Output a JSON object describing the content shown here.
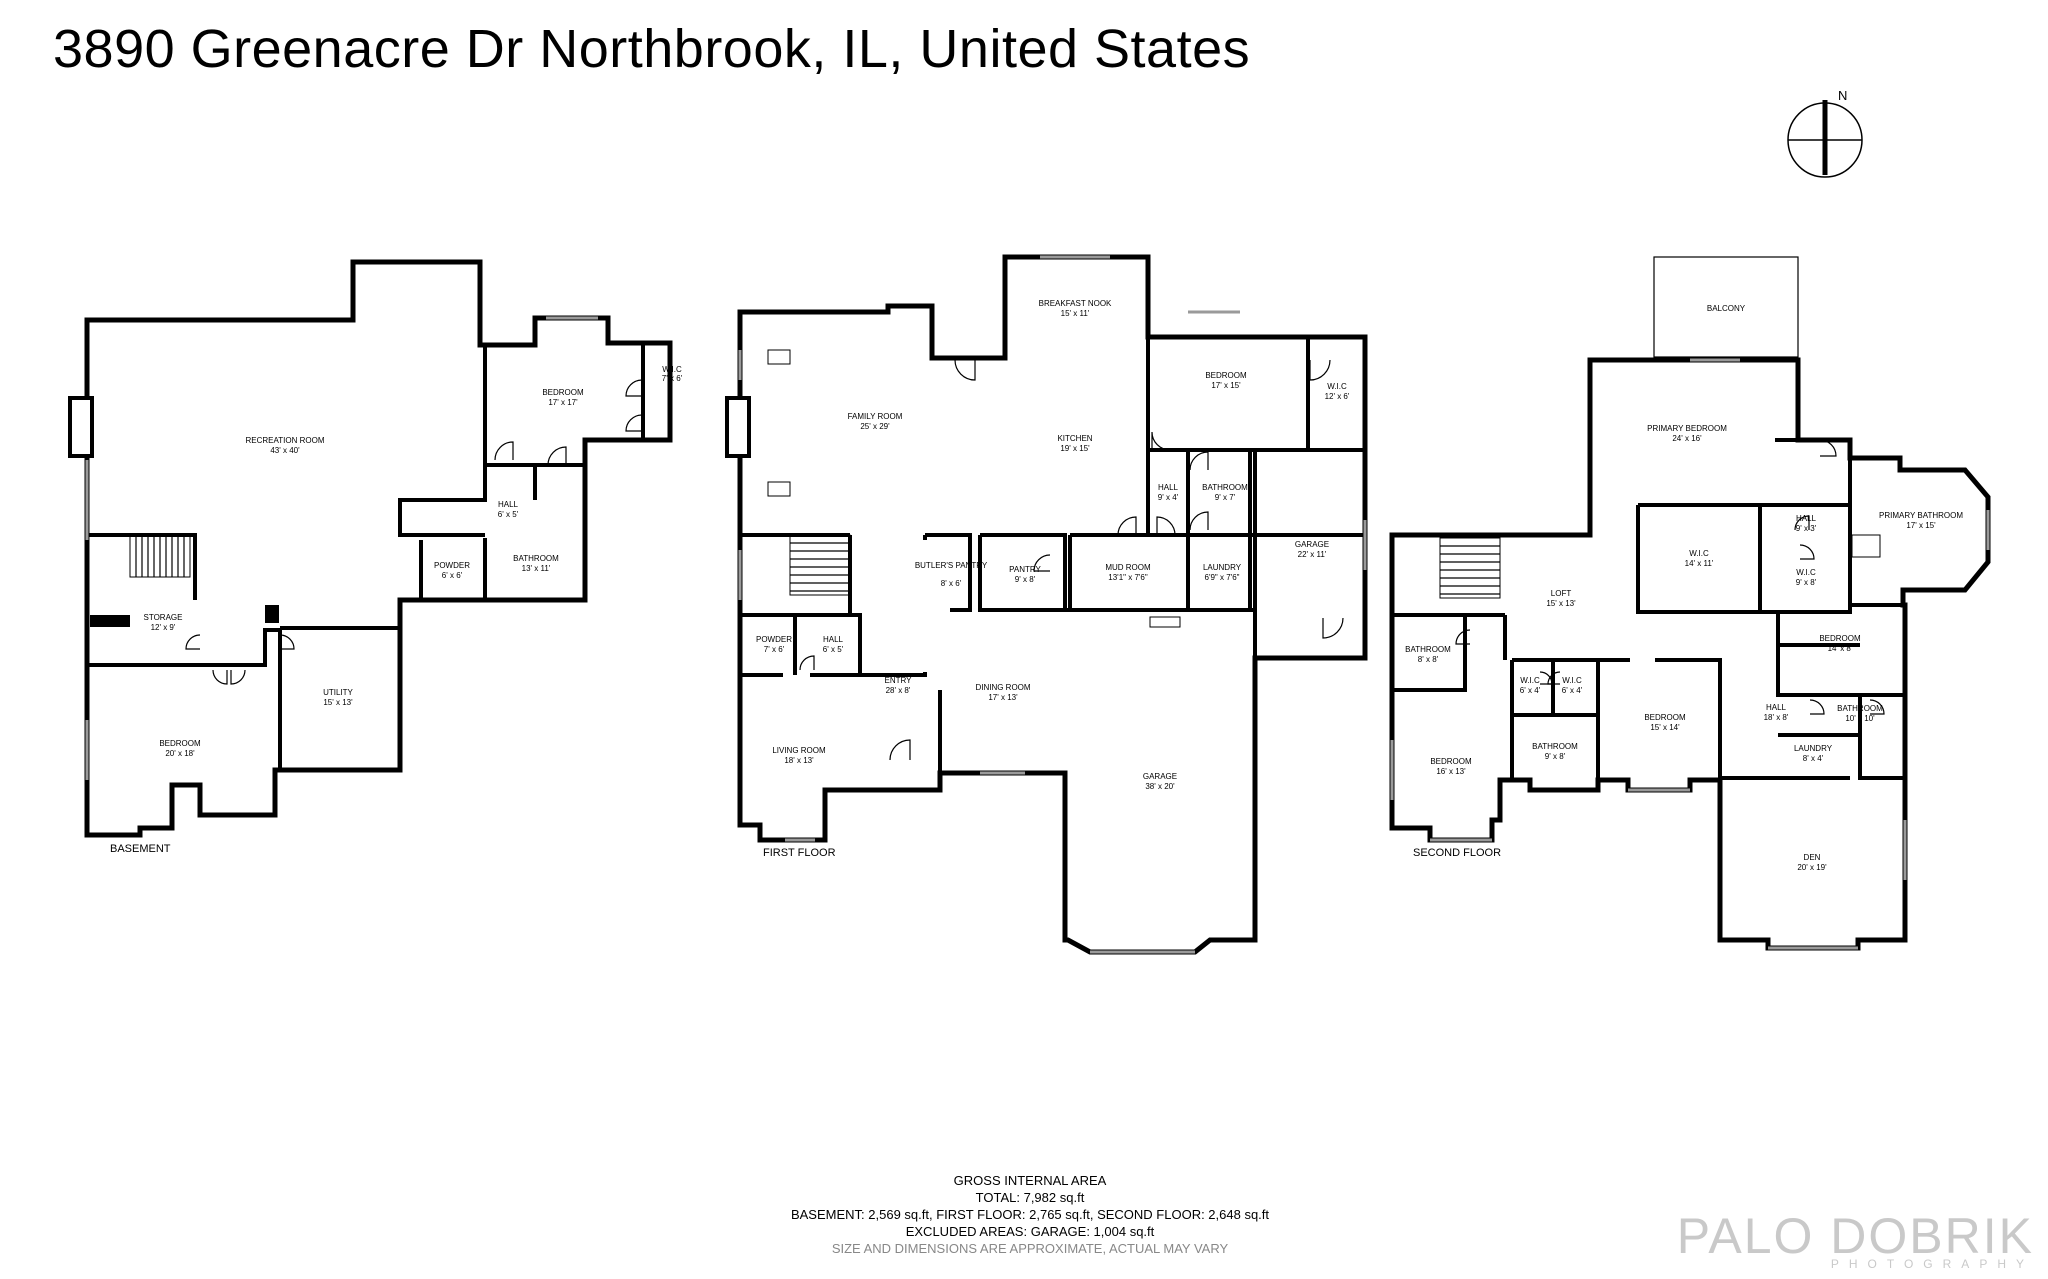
{
  "title": "3890 Greenacre Dr Northbrook, IL, United States",
  "compass": {
    "north_label": "N"
  },
  "floors": [
    {
      "name": "BASEMENT",
      "rooms": [
        {
          "name": "RECREATION ROOM",
          "size": "43' x 40'"
        },
        {
          "name": "BEDROOM",
          "size": "17' x 17'"
        },
        {
          "name": "W.I.C",
          "size": "7' x 6'"
        },
        {
          "name": "HALL",
          "size": "6' x 5'"
        },
        {
          "name": "POWDER",
          "size": "6' x 6'"
        },
        {
          "name": "BATHROOM",
          "size": "13' x 11'"
        },
        {
          "name": "STORAGE",
          "size": "12' x 9'"
        },
        {
          "name": "UTILITY",
          "size": "15' x 13'"
        },
        {
          "name": "BEDROOM",
          "size": "20' x 18'"
        }
      ]
    },
    {
      "name": "FIRST FLOOR",
      "rooms": [
        {
          "name": "BREAKFAST NOOK",
          "size": "15' x 11'"
        },
        {
          "name": "FAMILY ROOM",
          "size": "25' x 29'"
        },
        {
          "name": "KITCHEN",
          "size": "19' x 15'"
        },
        {
          "name": "BEDROOM",
          "size": "17' x 15'"
        },
        {
          "name": "W.I.C",
          "size": "12' x 6'"
        },
        {
          "name": "HALL",
          "size": "9' x 4'"
        },
        {
          "name": "BATHROOM",
          "size": "9' x 7'"
        },
        {
          "name": "BUTLER'S PANTRY",
          "size": "8' x 6'"
        },
        {
          "name": "PANTRY",
          "size": "9' x 8'"
        },
        {
          "name": "MUD ROOM",
          "size": "13'1\" x 7'6\""
        },
        {
          "name": "LAUNDRY",
          "size": "6'9\" x 7'6\""
        },
        {
          "name": "GARAGE",
          "size": "22' x 11'"
        },
        {
          "name": "POWDER",
          "size": "7' x 6'"
        },
        {
          "name": "HALL",
          "size": "6' x 5'"
        },
        {
          "name": "ENTRY",
          "size": "28' x 8'"
        },
        {
          "name": "DINING ROOM",
          "size": "17' x 13'"
        },
        {
          "name": "LIVING ROOM",
          "size": "18' x 13'"
        },
        {
          "name": "GARAGE",
          "size": "38' x 20'"
        }
      ]
    },
    {
      "name": "SECOND FLOOR",
      "rooms": [
        {
          "name": "BALCONY",
          "size": ""
        },
        {
          "name": "PRIMARY BEDROOM",
          "size": "24' x 16'"
        },
        {
          "name": "HALL",
          "size": "9' x 3'"
        },
        {
          "name": "PRIMARY BATHROOM",
          "size": "17' x 15'"
        },
        {
          "name": "W.I.C",
          "size": "14' x 11'"
        },
        {
          "name": "W.I.C",
          "size": "9' x 8'"
        },
        {
          "name": "LOFT",
          "size": "15' x 13'"
        },
        {
          "name": "BEDROOM",
          "size": "14' x 8'"
        },
        {
          "name": "BATHROOM",
          "size": "8' x 8'"
        },
        {
          "name": "W.I.C",
          "size": "6' x 4'"
        },
        {
          "name": "W.I.C",
          "size": "6' x 4'"
        },
        {
          "name": "BEDROOM",
          "size": "15' x 14'"
        },
        {
          "name": "HALL",
          "size": "18' x 8'"
        },
        {
          "name": "BATHROOM",
          "size": "10' x 10'"
        },
        {
          "name": "BATHROOM",
          "size": "9' x 8'"
        },
        {
          "name": "LAUNDRY",
          "size": "8' x 4'"
        },
        {
          "name": "BEDROOM",
          "size": "16' x 13'"
        },
        {
          "name": "DEN",
          "size": "20' x 19'"
        }
      ]
    }
  ],
  "area": {
    "heading": "GROSS INTERNAL AREA",
    "total": "TOTAL: 7,982 sq.ft",
    "breakdown": "BASEMENT: 2,569 sq.ft, FIRST FLOOR: 2,765 sq.ft, SECOND FLOOR: 2,648 sq.ft",
    "excluded": "EXCLUDED AREAS: GARAGE: 1,004 sq.ft",
    "note": "SIZE AND DIMENSIONS ARE APPROXIMATE, ACTUAL MAY VARY"
  },
  "brand": {
    "name": "PALO DOBRIK",
    "sub": "PHOTOGRAPHY"
  }
}
